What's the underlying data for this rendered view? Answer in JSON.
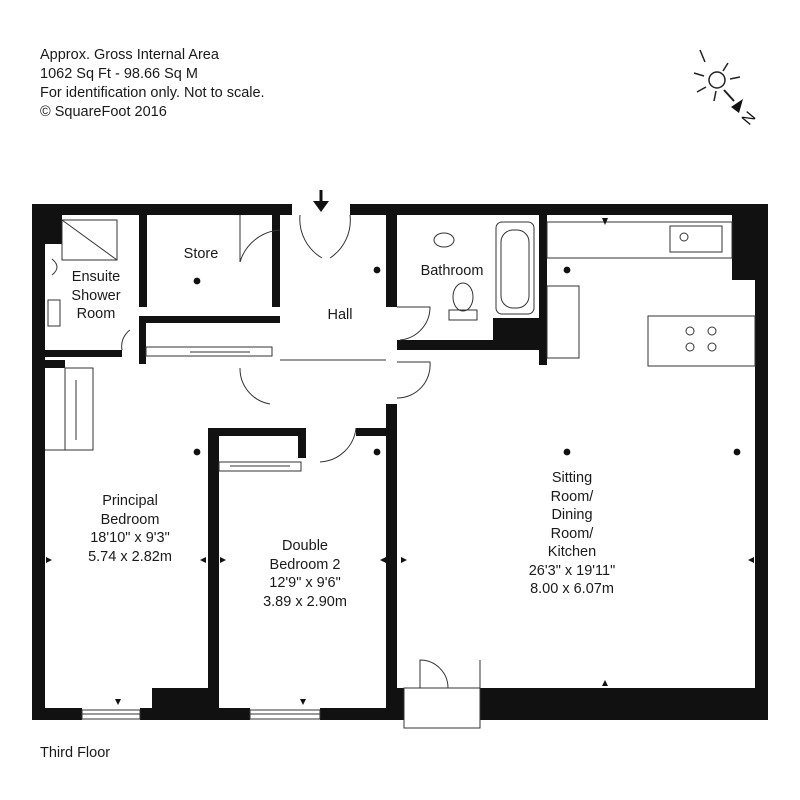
{
  "header": {
    "area_title": "Approx. Gross Internal Area",
    "area_value": "1062 Sq Ft  -  98.66 Sq M",
    "disclaimer": "For identification only. Not to scale.",
    "copyright": "© SquareFoot 2016"
  },
  "compass": {
    "north_label": "N"
  },
  "floor_label": "Third Floor",
  "rooms": {
    "store": {
      "name": "Store"
    },
    "ensuite": {
      "line1": "Ensuite",
      "line2": "Shower",
      "line3": "Room"
    },
    "hall": {
      "name": "Hall"
    },
    "bathroom": {
      "name": "Bathroom"
    },
    "principal_bedroom": {
      "line1": "Principal",
      "line2": "Bedroom",
      "imperial": "18'10\" x 9'3\"",
      "metric": "5.74 x 2.82m"
    },
    "double_bedroom": {
      "line1": "Double",
      "line2": "Bedroom 2",
      "imperial": "12'9\" x 9'6\"",
      "metric": "3.89 x 2.90m"
    },
    "sitting_room": {
      "line1": "Sitting",
      "line2": "Room/",
      "line3": "Dining",
      "line4": "Room/",
      "line5": "Kitchen",
      "imperial": "26'3\" x 19'11\"",
      "metric": "8.00 x 6.07m"
    }
  },
  "colors": {
    "wall": "#111111",
    "line": "#333333",
    "fixture": "#777777",
    "background": "#ffffff"
  }
}
